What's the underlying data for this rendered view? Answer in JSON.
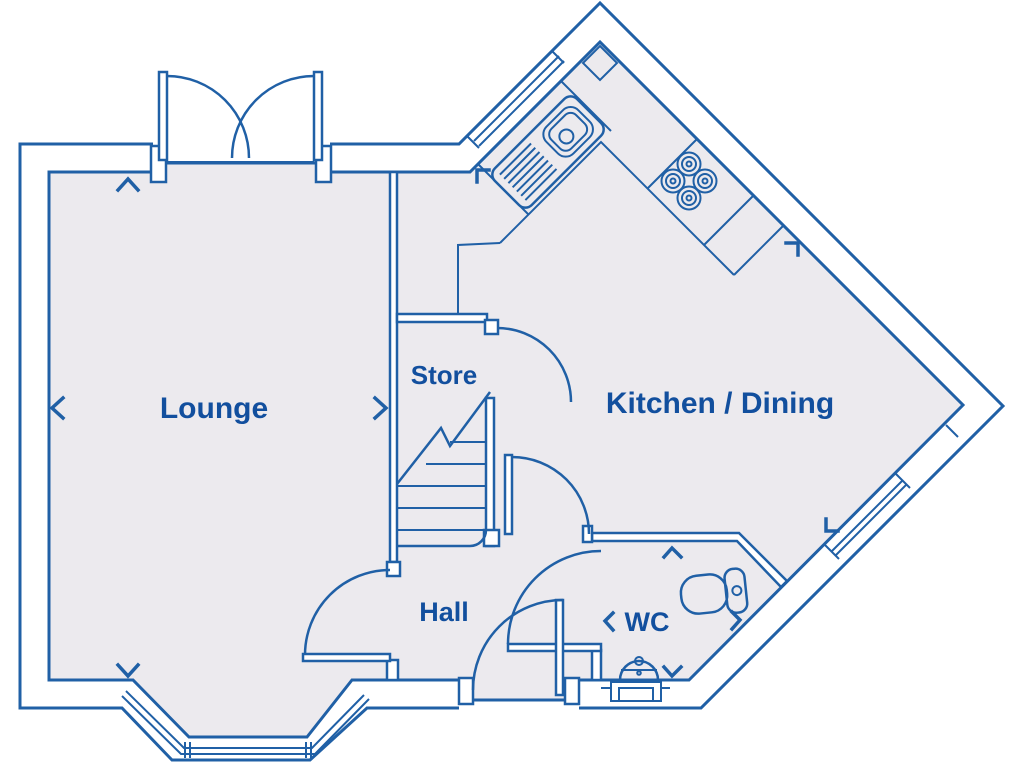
{
  "plan": {
    "rooms": [
      {
        "id": "lounge",
        "label": "Lounge"
      },
      {
        "id": "store",
        "label": "Store"
      },
      {
        "id": "kitchen_dining",
        "label": "Kitchen / Dining"
      },
      {
        "id": "hall",
        "label": "Hall"
      },
      {
        "id": "wc",
        "label": "WC"
      }
    ],
    "fixtures": [
      "french-doors",
      "bay-window",
      "stairs-with-break",
      "kitchen-sink-drainer",
      "hob-four-burners",
      "corner-unit",
      "worktop",
      "toilet",
      "basin",
      "glazed-windows",
      "door-swing-arcs",
      "dimension-chevrons"
    ],
    "colors": {
      "line": "#2060a6",
      "text": "#124f9e",
      "floor": "#eceaee",
      "wall": "#ffffff",
      "background": "#ffffff"
    }
  }
}
